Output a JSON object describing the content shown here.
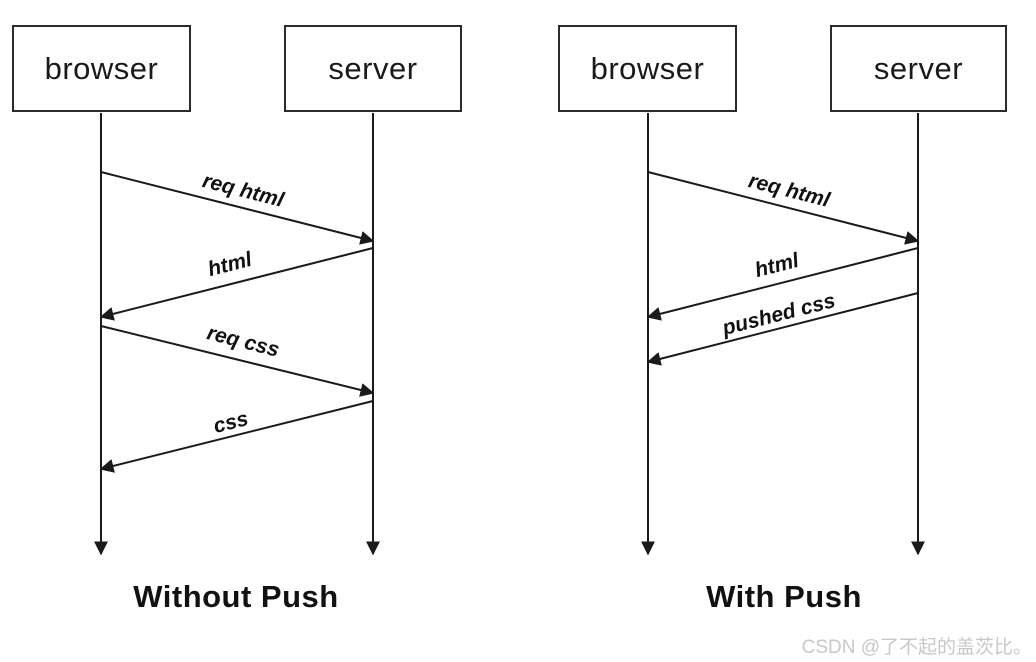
{
  "diagrams": [
    {
      "title": "Without Push",
      "actors": [
        {
          "label": "browser"
        },
        {
          "label": "server"
        }
      ],
      "messages": [
        {
          "label": "req html",
          "from": "browser",
          "to": "server"
        },
        {
          "label": "html",
          "from": "server",
          "to": "browser"
        },
        {
          "label": "req css",
          "from": "browser",
          "to": "server"
        },
        {
          "label": "css",
          "from": "server",
          "to": "browser"
        }
      ]
    },
    {
      "title": "With Push",
      "actors": [
        {
          "label": "browser"
        },
        {
          "label": "server"
        }
      ],
      "messages": [
        {
          "label": "req html",
          "from": "browser",
          "to": "server"
        },
        {
          "label": "html",
          "from": "server",
          "to": "browser"
        },
        {
          "label": "pushed css",
          "from": "server",
          "to": "browser"
        }
      ]
    }
  ],
  "watermark": {
    "text": "CSDN @了不起的盖茨比。"
  },
  "colors": {
    "line": "#1a1a1a",
    "background": "#ffffff",
    "text": "#111111",
    "watermark": "#c8c8c8"
  }
}
